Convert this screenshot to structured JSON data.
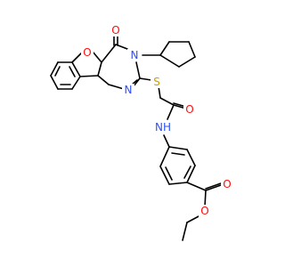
{
  "structure": {
    "colors": {
      "bond": "#000000",
      "oxygen": "#ff0d0d",
      "nitrogen": "#3050f8",
      "sulfur": "#c8a000",
      "carbon": "#000000",
      "background": "#ffffff"
    },
    "labels": {
      "o_furan": "O",
      "o_keto": "O",
      "n_ring3": "N",
      "n_ring1": "N",
      "s_thio": "S",
      "o_amide": "O",
      "nh_amide": "NH",
      "o_ester_carbonyl": "O",
      "o_ester": "O"
    }
  }
}
